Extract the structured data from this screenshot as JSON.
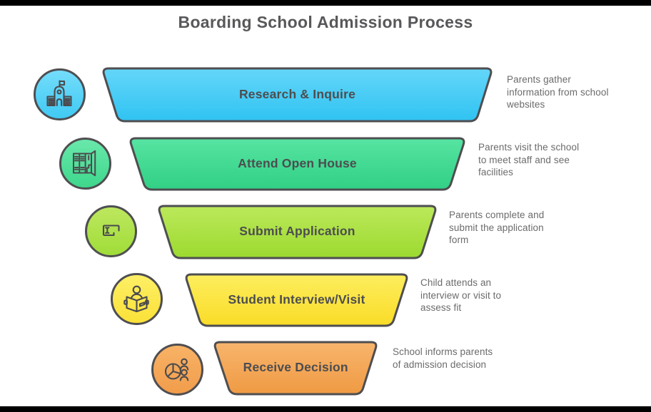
{
  "title": "Boarding School Admission Process",
  "colors": {
    "background": "#ffffff",
    "frame_bar": "#000000",
    "title_text": "#58585b",
    "label_text": "#4d4d50",
    "desc_text": "#6b6b6b",
    "outline": "#4e4e51",
    "icon_stroke": "#4b4b4e"
  },
  "stages": [
    {
      "label": "Research & Inquire",
      "description": "Parents gather\ninformation from school\nwebsites",
      "icon": "school-building-icon",
      "bar_top": "#64d6f9",
      "bar_bottom": "#30c3f2",
      "circle_top": "#74dcfa",
      "circle_bottom": "#40caf4"
    },
    {
      "label": "Attend Open House",
      "description": "Parents visit the school\nto meet staff and see\nfacilities",
      "icon": "lockers-icon",
      "bar_top": "#57e4a2",
      "bar_bottom": "#31d085",
      "circle_top": "#69e8ab",
      "circle_bottom": "#3ed78c"
    },
    {
      "label": "Submit Application",
      "description": "Parents complete and\nsubmit the application\nform",
      "icon": "text-input-icon",
      "bar_top": "#bce95b",
      "bar_bottom": "#9cda2f",
      "circle_top": "#bde75f",
      "circle_bottom": "#a0dd38"
    },
    {
      "label": "Student Interview/Visit",
      "description": "Child attends an\ninterview or visit to\nassess fit",
      "icon": "reading-student-icon",
      "bar_top": "#fdee5e",
      "bar_bottom": "#fadc28",
      "circle_top": "#fdef66",
      "circle_bottom": "#fbe138"
    },
    {
      "label": "Receive Decision",
      "description": "School informs parents\nof admission decision",
      "icon": "decision-people-icon",
      "bar_top": "#f8b56d",
      "bar_bottom": "#ef9a43",
      "circle_top": "#f8b266",
      "circle_bottom": "#f19d4b"
    }
  ]
}
